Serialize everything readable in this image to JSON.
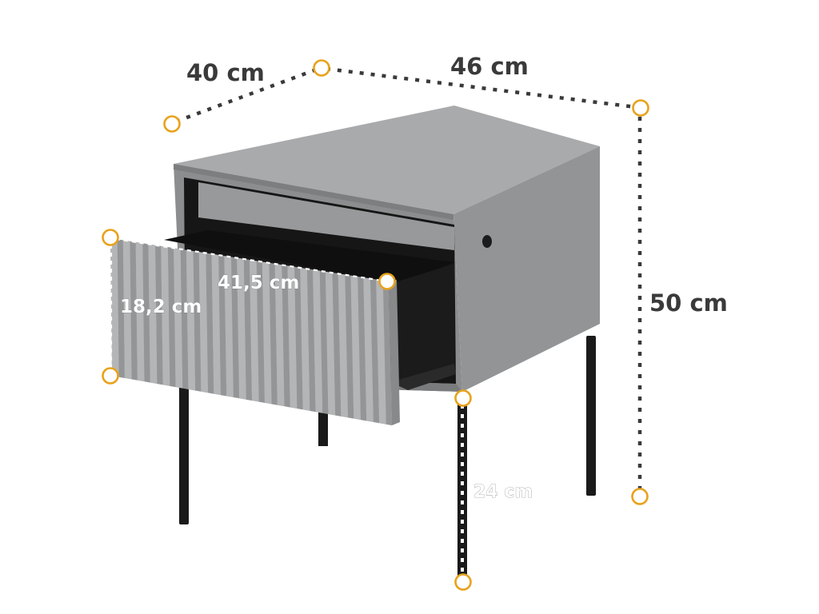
{
  "dimensions": {
    "depth": "40 cm",
    "width": "46 cm",
    "height": "50 cm",
    "drawer_width": "41,5 cm",
    "drawer_height": "18,2 cm",
    "leg_height": "24 cm"
  },
  "colors": {
    "marker_ring": "#e8a21c",
    "dotted_line": "#3a3a3a",
    "body_gray": "#8f9092",
    "top_gray": "#a9aaac",
    "side_gray": "#939496",
    "leg_black": "#1a1a1a",
    "interior_black": "#161616"
  }
}
